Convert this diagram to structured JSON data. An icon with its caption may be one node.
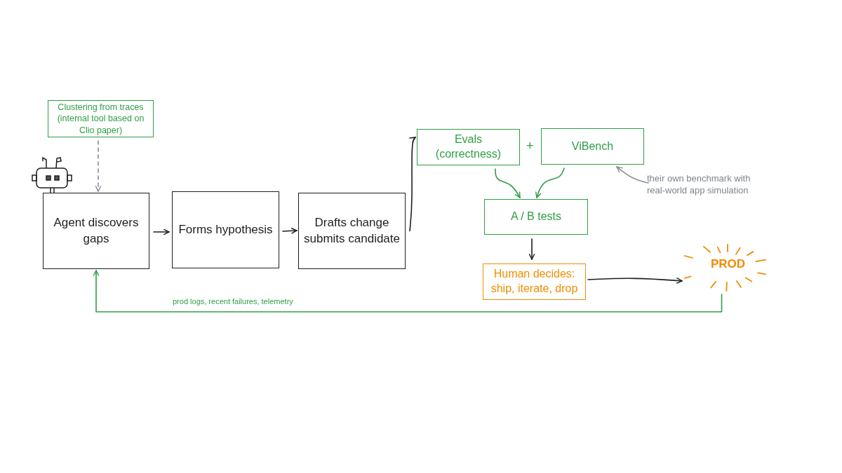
{
  "diagram": {
    "nodes": [
      {
        "text": [
          "Clustering from traces (internal tool based on Clio paper)"
        ]
      },
      {
        "text": [
          "Agent discovers gaps"
        ]
      },
      {
        "text": [
          "Forms hypothesis"
        ]
      },
      {
        "text": [
          "Drafts change submits candidate"
        ]
      },
      {
        "text": [
          "Evals (correctness)"
        ]
      },
      {
        "text": [
          "ViBench"
        ]
      },
      {
        "text": [
          "A / B tests"
        ]
      },
      {
        "text": [
          "Human decides: ship, iterate, drop"
        ]
      },
      {
        "text": [
          "PROD"
        ]
      },
      {
        "text": [
          "their own benchmark with real-world app simulation"
        ]
      }
    ],
    "edges": [
      {
        "from": 0,
        "to": 1,
        "arrow": "to",
        "style": "dashed",
        "color": "#868e96"
      },
      {
        "from": 1,
        "to": 2,
        "arrow": "to"
      },
      {
        "from": 2,
        "to": 3,
        "arrow": "to"
      },
      {
        "from": 3,
        "to": 4,
        "arrow": "to"
      },
      {
        "from": 4,
        "to": 6,
        "arrow": "to",
        "color": "#2f9e44"
      },
      {
        "from": 5,
        "to": 6,
        "arrow": "to",
        "color": "#2f9e44"
      },
      {
        "from": 6,
        "to": 7,
        "arrow": "to"
      },
      {
        "from": 7,
        "to": 8,
        "arrow": "to"
      },
      {
        "from": 8,
        "to": 1,
        "arrow": "to",
        "color": "#2f9e44",
        "label": "prod logs, recent failures, telemetry"
      },
      {
        "from": 9,
        "to": 5,
        "arrow": "to",
        "color": "#868e96"
      }
    ],
    "labels": [
      "+"
    ]
  }
}
